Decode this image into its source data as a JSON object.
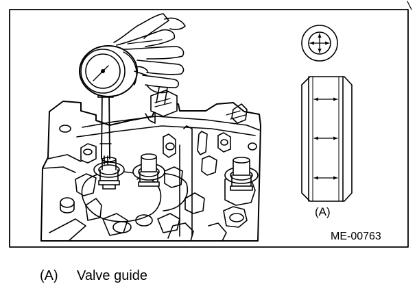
{
  "figure": {
    "callout_label": "(A)",
    "figure_code": "ME-00763"
  },
  "caption": {
    "letter": "(A)",
    "text": "Valve guide"
  }
}
